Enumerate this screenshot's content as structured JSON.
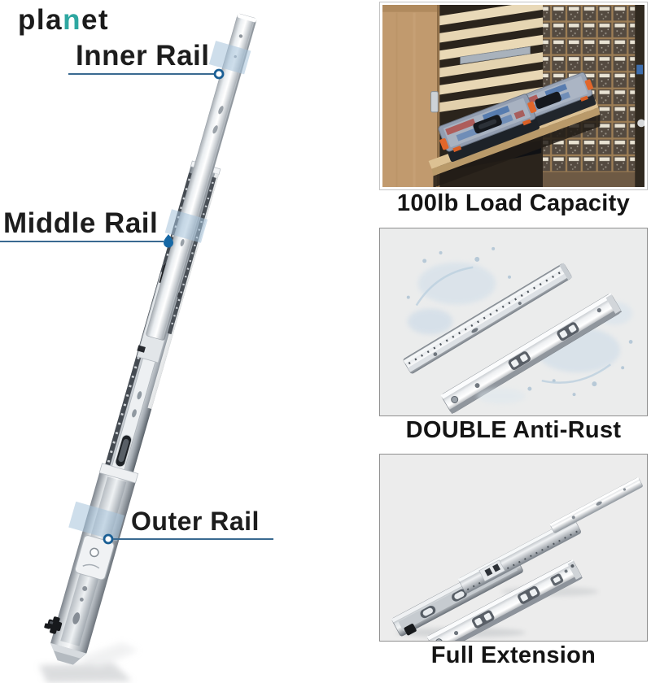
{
  "brand": {
    "logo": {
      "pre": "pla",
      "accent": "n",
      "post": "et"
    },
    "accent_color": "#2ea7a1"
  },
  "diagram": {
    "labels": [
      {
        "text": "Inner Rail"
      },
      {
        "text": "Middle Rail"
      },
      {
        "text": "Outer Rail"
      }
    ]
  },
  "panels": [
    {
      "caption": "100lb Load Capacity",
      "image": "cabinet-with-parts-organizers-photo"
    },
    {
      "caption": "DOUBLE Anti-Rust",
      "image": "two-slides-water-splash-photo"
    },
    {
      "caption": "Full Extension",
      "image": "extended-and-closed-slide-photo"
    }
  ],
  "colors": {
    "callout_line": "#3a6a91",
    "callout_marker": "#1a5f95",
    "highlight_band": "#a5c3db",
    "label_text": "#1d1d1d"
  }
}
